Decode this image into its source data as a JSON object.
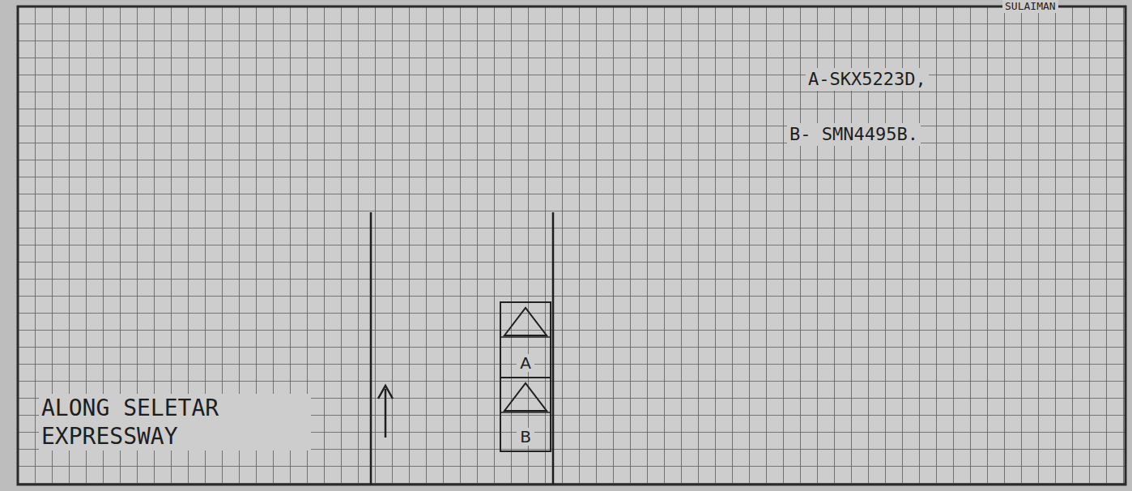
{
  "diagram": {
    "nodes": [
      {
        "text": [
          "A"
        ]
      },
      {
        "text": [
          "B"
        ]
      }
    ],
    "edges": [],
    "labels": [
      "SULAIMAN",
      "A-SKX5223D,",
      "B- SMN4495B.",
      "ALONG SELETAR EXPRESSWAY"
    ]
  }
}
